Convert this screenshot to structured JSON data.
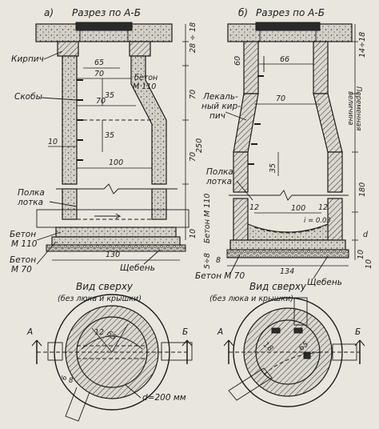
{
  "section_a": {
    "letter": "а)",
    "title": "Разрез по А-Б",
    "labels": {
      "kirpich": "Кирпич",
      "skoby": "Скобы",
      "beton_m110_top": "бетон",
      "beton_m110_top_grade": "М 110",
      "polka": "Полка",
      "lotka": "лотка",
      "beton_m110_bot": "Бетон",
      "beton_m110_bot_grade": "М 110",
      "beton_m70": "Бетон",
      "beton_m70_grade": "М 70",
      "shcheben": "Щебень"
    },
    "dims": {
      "d65": "65",
      "d70a": "70",
      "d35a": "35",
      "d70b": "70",
      "d35b": "35",
      "d100": "100",
      "d10": "10",
      "d130": "130",
      "r28": "28 ÷ 18",
      "r70a": "70",
      "r250": "250",
      "r70b": "70",
      "r10": "10",
      "r5_8": "5÷8"
    }
  },
  "section_b": {
    "letter": "б)",
    "title": "Разрез по А-Б",
    "labels": {
      "lekalny": "Лекаль-",
      "lekalny2": "ный кир-",
      "lekalny3": "пич",
      "polka": "Полка",
      "lotka": "лотка",
      "beton_m110": "Бетон М 110",
      "beton_m70": "Бетон М 70",
      "shcheben": "Щебень",
      "peremennaya": "Переменная",
      "velichina": "величина"
    },
    "dims": {
      "d60": "60",
      "d66": "66",
      "d70": "70",
      "d35": "35",
      "d12a": "12",
      "d12b": "12",
      "d100": "100",
      "i003": "i = 0.03",
      "d134": "134",
      "r14": "14÷18",
      "r180": "180",
      "rd": "d",
      "r10a": "10",
      "r10b": "10",
      "r8": "8"
    }
  },
  "plan_a": {
    "title": "Вид сверху",
    "subtitle": "(без люка и крышки)",
    "marks": {
      "a": "А",
      "b": "Б",
      "d12": "12",
      "d65": "65",
      "d6": "6",
      "d8": "8"
    },
    "pipe_note": "d=200 мм"
  },
  "plan_b": {
    "title": "Вид сверху",
    "subtitle": "(без люка и крышки)",
    "marks": {
      "a": "А",
      "b": "Б",
      "d18": "18",
      "d65": "65"
    }
  }
}
